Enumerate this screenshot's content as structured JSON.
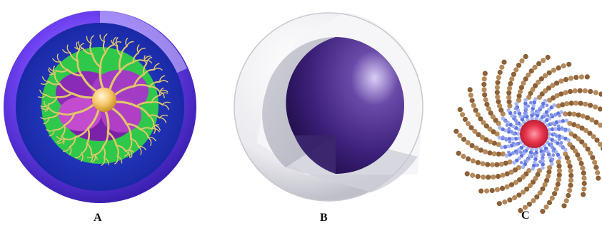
{
  "panels": [
    {
      "label": "A",
      "depicts": "dendrimer-nanoparticle-cutaway",
      "colors": {
        "shell": "#6f42f2",
        "inner": "#1e2fc8",
        "branch": "#e0c86a",
        "ring": "#2fc84a",
        "core": "#f7c86a",
        "layer": "#8a2bb8"
      }
    },
    {
      "label": "B",
      "depicts": "core-shell-nanoparticle-cutaway",
      "colors": {
        "shell": "#e8e8ee",
        "core": "#3b1f78"
      }
    },
    {
      "label": "C",
      "depicts": "polymeric-micelle",
      "colors": {
        "chain": "#a57a4c",
        "corona": "#7d8fe8",
        "core": "#e8344c"
      }
    }
  ]
}
